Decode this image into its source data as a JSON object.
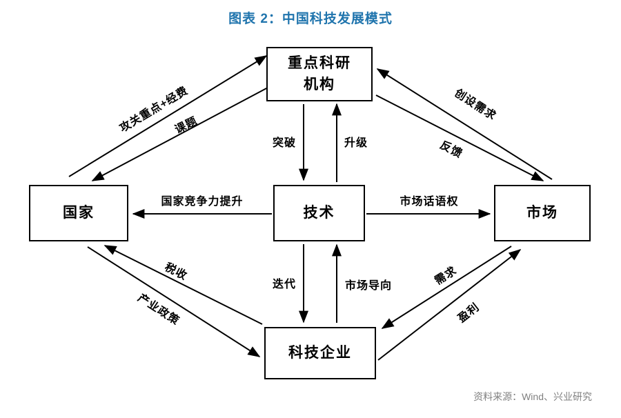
{
  "title": "图表 2：中国科技发展模式",
  "source": "资料来源：Wind、兴业研究",
  "colors": {
    "title": "#1f74ad",
    "line": "#000000",
    "source": "#808080",
    "background": "#ffffff"
  },
  "diagram": {
    "nodes": [
      {
        "id": "institute",
        "label": "重点科研\n机构"
      },
      {
        "id": "nation",
        "label": "国家"
      },
      {
        "id": "tech",
        "label": "技术"
      },
      {
        "id": "market",
        "label": "市场"
      },
      {
        "id": "enterprise",
        "label": "科技企业"
      }
    ],
    "edges": [
      {
        "id": "funding",
        "from": "国家",
        "to": "重点科研机构",
        "label": "攻关重点+经费"
      },
      {
        "id": "topics",
        "from": "重点科研机构",
        "to": "国家",
        "label": "课题"
      },
      {
        "id": "breakthrough",
        "from": "重点科研机构",
        "to": "技术",
        "label": "突破"
      },
      {
        "id": "upgrade",
        "from": "技术",
        "to": "重点科研机构",
        "label": "升级"
      },
      {
        "id": "create-demand",
        "from": "市场",
        "to": "重点科研机构",
        "label": "创设需求"
      },
      {
        "id": "feedback",
        "from": "重点科研机构",
        "to": "市场",
        "label": "反馈"
      },
      {
        "id": "competitiveness",
        "from": "技术",
        "to": "国家",
        "label": "国家竞争力提升"
      },
      {
        "id": "market-power",
        "from": "技术",
        "to": "市场",
        "label": "市场话语权"
      },
      {
        "id": "tax",
        "from": "科技企业",
        "to": "国家",
        "label": "税收"
      },
      {
        "id": "industrial-policy",
        "from": "国家",
        "to": "科技企业",
        "label": "产业政策"
      },
      {
        "id": "iteration",
        "from": "技术",
        "to": "科技企业",
        "label": "迭代"
      },
      {
        "id": "market-orientation",
        "from": "科技企业",
        "to": "技术",
        "label": "市场导向"
      },
      {
        "id": "demand",
        "from": "市场",
        "to": "科技企业",
        "label": "需求"
      },
      {
        "id": "profit",
        "from": "科技企业",
        "to": "市场",
        "label": "盈利"
      }
    ]
  }
}
